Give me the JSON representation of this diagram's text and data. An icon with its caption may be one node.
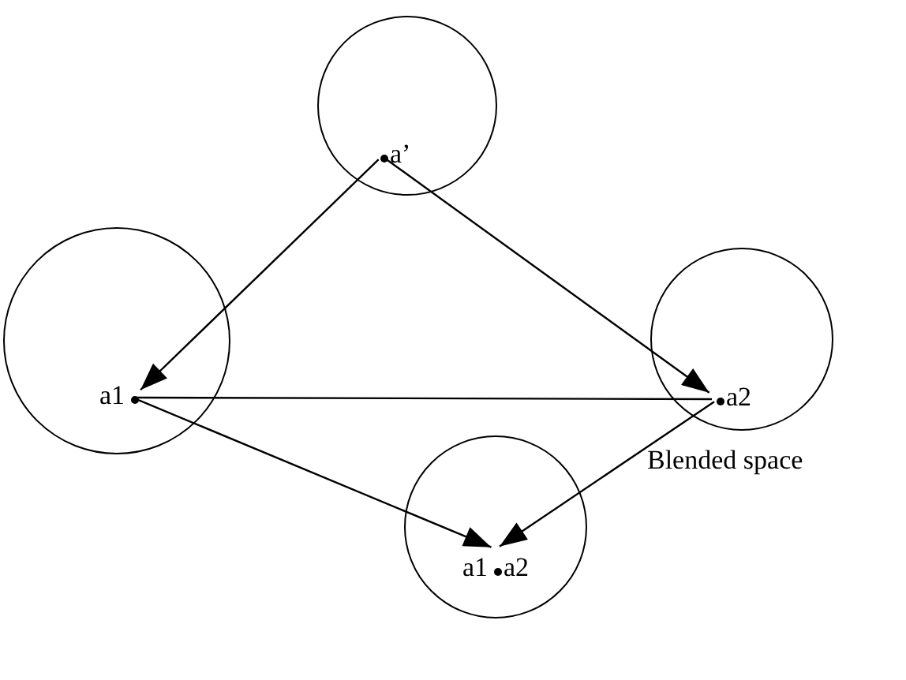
{
  "diagram": {
    "nodes": [
      {
        "text": [
          "a’"
        ]
      },
      {
        "text": [
          "a1"
        ]
      },
      {
        "text": [
          "a2"
        ]
      },
      {
        "text": [
          "a1",
          "a2"
        ]
      }
    ],
    "labels": [
      "Blended space"
    ],
    "edges": [
      {
        "from": 0,
        "to": 1,
        "arrow": "to"
      },
      {
        "from": 0,
        "to": 2,
        "arrow": "to"
      },
      {
        "from": 1,
        "to": 2,
        "arrow": "none"
      },
      {
        "from": 1,
        "to": 3,
        "arrow": "to"
      },
      {
        "from": 2,
        "to": 3,
        "arrow": "to"
      }
    ]
  }
}
